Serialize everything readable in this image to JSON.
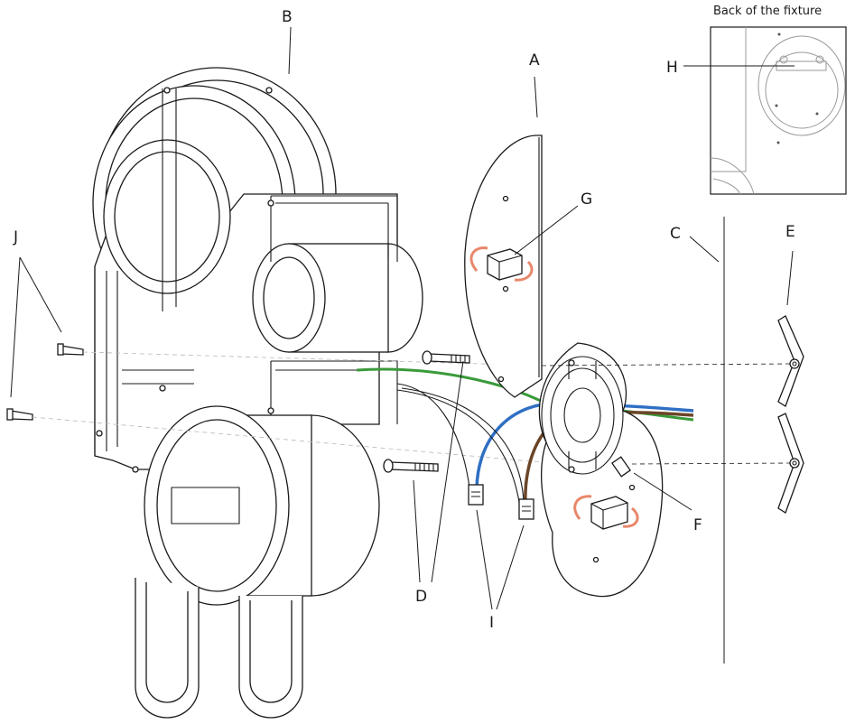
{
  "labels": {
    "A": "A",
    "B": "B",
    "C": "C",
    "D": "D",
    "E": "E",
    "F": "F",
    "G": "G",
    "H": "H",
    "I": "I",
    "J": "J"
  },
  "inset": {
    "caption": "Back of the fixture"
  },
  "colors": {
    "wire_blue": "#2f6fc4",
    "wire_brown": "#6b4528",
    "wire_green": "#3a9a3a",
    "rotation_arrow": "#e8876a",
    "line": "#1a1a1a"
  }
}
